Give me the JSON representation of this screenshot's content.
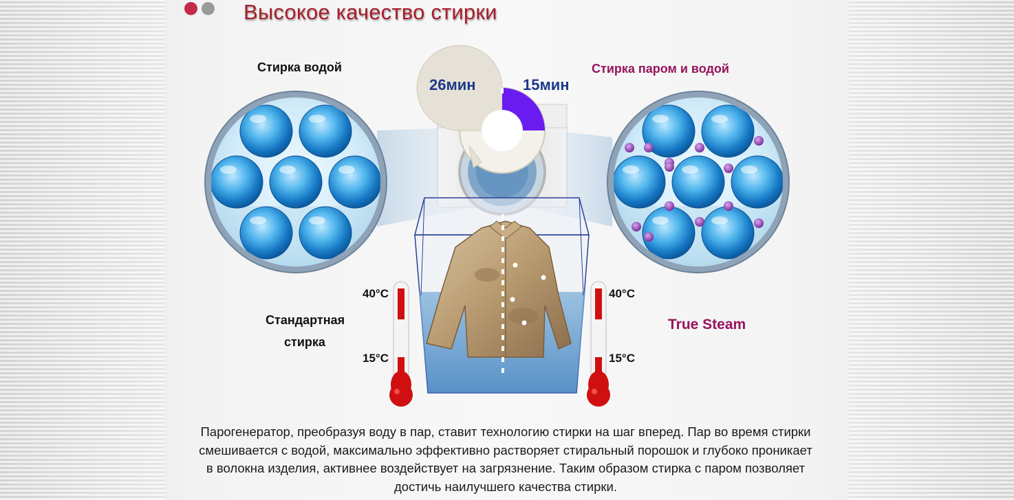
{
  "title": "Высокое качество стирки",
  "colors": {
    "title": "#a81d2a",
    "accent_purple": "#96145e",
    "time_blue": "#1c3a8a",
    "dot_red": "#c42a4a",
    "dot_gray": "#9a9a9a",
    "bubble_blue": "#1e88cc",
    "steam_particle": "#8b3fa8",
    "timer_fill": "#6a1cf0",
    "thermometer_red": "#d01010"
  },
  "left_panel": {
    "heading": "Стирка водой",
    "caption_line1": "Стандартная",
    "caption_line2": "стирка",
    "temp_high": "40°C",
    "temp_low": "15°C"
  },
  "right_panel": {
    "heading": "Стирка паром и водой",
    "caption": "True Steam",
    "temp_high": "40°C",
    "temp_low": "15°C"
  },
  "timer": {
    "standard_time": "26мин",
    "steam_time": "15мин",
    "steam_fraction": 0.25
  },
  "icons": {
    "bubble": "water-bubble-icon",
    "steam": "steam-particle-icon",
    "thermometer": "thermometer-icon",
    "washer": "washing-machine-icon",
    "shirt": "shirt-icon"
  },
  "description": {
    "line1": "Парогенератор, преобразуя воду в пар, ставит технологию стирки на шаг вперед. Пар во время стирки",
    "line2": "смешивается с водой, максимально эффективно растворяет стиральный порошок и глубоко проникает",
    "line3": "в волокна изделия, активнее воздействует на загрязнение. Таким образом стирка с паром позволяет",
    "line4": "достичь наилучшего качества стирки."
  }
}
